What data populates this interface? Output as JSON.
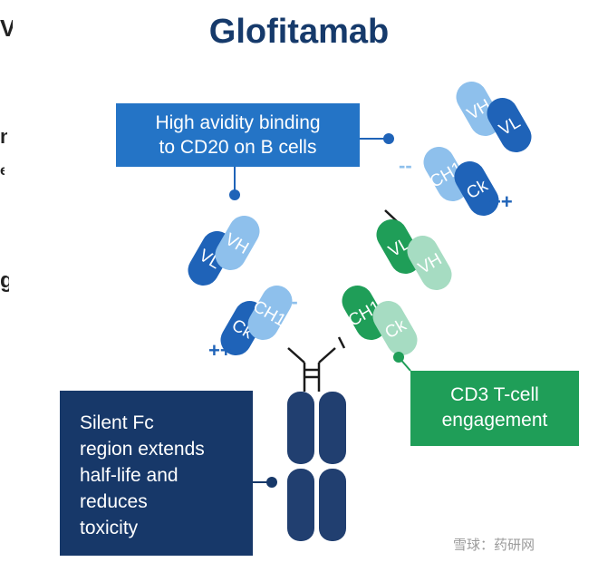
{
  "title": "Glofitamab",
  "left_partial": [
    "V",
    "n",
    "e",
    "g"
  ],
  "callouts": {
    "avidity": [
      "High avidity binding",
      "to CD20 on B cells"
    ],
    "cd3": [
      "CD3 T-cell",
      "engagement"
    ],
    "fc": [
      "Silent Fc",
      "region extends",
      "half-life and",
      "reduces",
      "toxicity"
    ]
  },
  "domains": {
    "vh": "VH",
    "vl": "VL",
    "ch1": "CH1",
    "ck": "Ck"
  },
  "charges": {
    "minus": "--",
    "plus": "++"
  },
  "watermark": "雪球：药研网",
  "colors": {
    "title": "#163a6b",
    "avidity_box": "#2474c6",
    "cd3_box": "#1f9e58",
    "fc_box": "#173869",
    "dark_blue": "#1f63b8",
    "light_blue": "#8ec0ec",
    "dark_green": "#1f9e58",
    "light_green": "#a6dcc2",
    "fc_navy": "#213f70"
  }
}
